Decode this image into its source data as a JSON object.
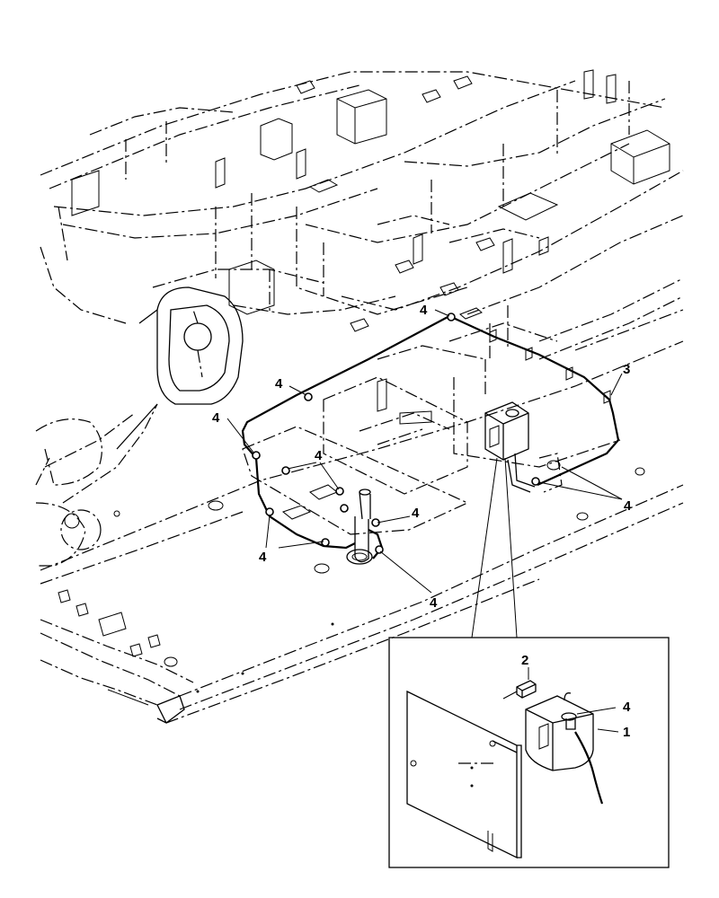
{
  "callouts": {
    "c1": "1",
    "c2": "2",
    "c3": "3",
    "c4": "4"
  },
  "colors": {
    "ink": "#000000",
    "paper": "#ffffff"
  }
}
